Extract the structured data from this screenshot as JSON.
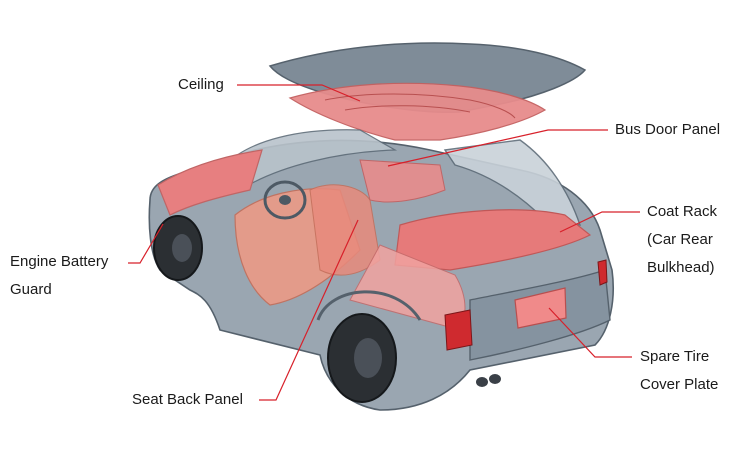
{
  "labels": {
    "ceiling": "Ceiling",
    "bus_door_panel": "Bus Door Panel",
    "engine_battery_guard_1": "Engine Battery",
    "engine_battery_guard_2": "Guard",
    "coat_rack_1": "Coat Rack",
    "coat_rack_2": "(Car Rear",
    "coat_rack_3": "Bulkhead)",
    "seat_back_panel": "Seat Back Panel",
    "spare_tire_1": "Spare Tire",
    "spare_tire_2": "Cover Plate"
  },
  "colors": {
    "leader_line": "#d8202a",
    "body_gray": "#8d9aa6",
    "body_dark": "#5f6d79",
    "highlight_red": "#e67a7a",
    "tire": "#2b2f33"
  }
}
